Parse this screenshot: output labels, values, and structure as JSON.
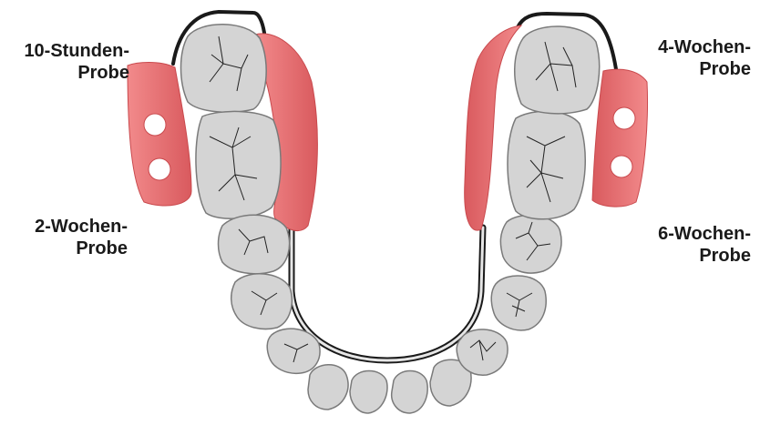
{
  "labels": {
    "top_left": {
      "line1": "10-Stunden-",
      "line2": "Probe"
    },
    "bottom_left": {
      "line1": "2-Wochen-",
      "line2": "Probe"
    },
    "top_right": {
      "line1": "4-Wochen-",
      "line2": "Probe"
    },
    "bottom_right": {
      "line1": "6-Wochen-",
      "line2": "Probe"
    }
  },
  "colors": {
    "tooth_fill": "#d4d4d4",
    "tooth_stroke": "#7a7a7a",
    "acrylic": "#ee7f80",
    "acrylic_dark": "#d9595d",
    "wire": "#1a1a1a",
    "sample_hole": "#ffffff"
  },
  "icons": {
    "tooth": "tooth-icon",
    "sample_carrier": "sample-carrier-icon"
  }
}
